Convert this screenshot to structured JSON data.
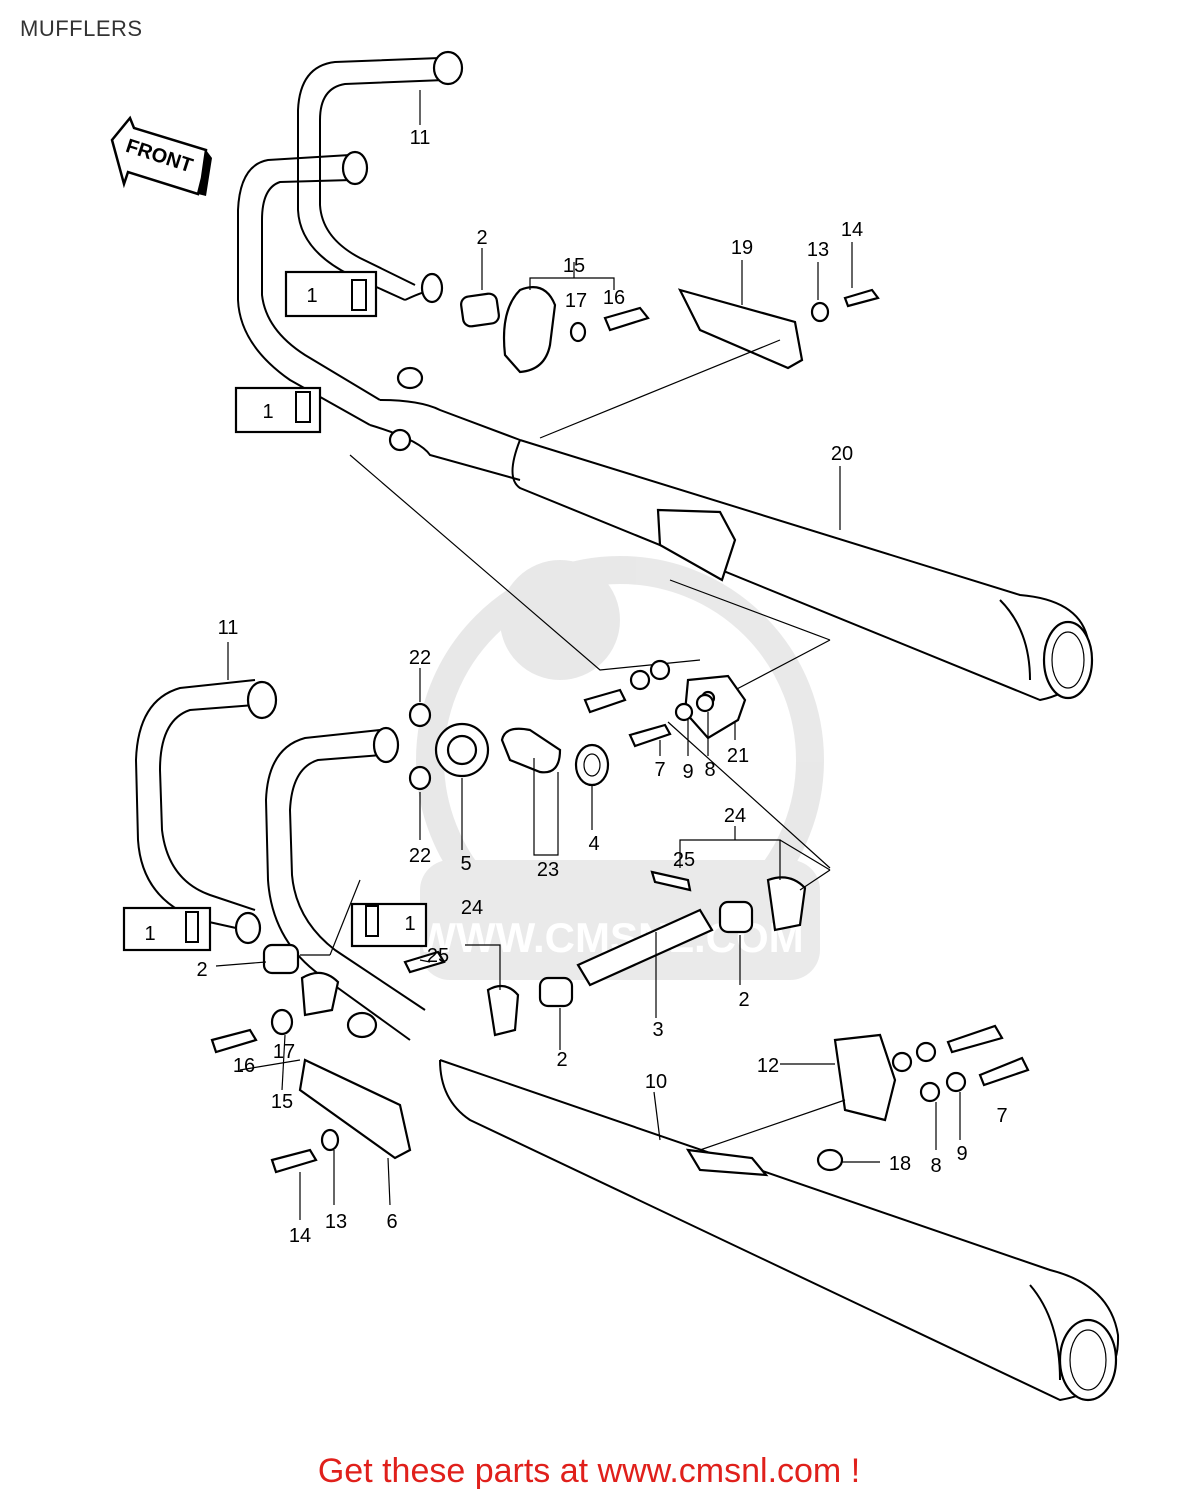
{
  "header": {
    "title": "MUFFLERS"
  },
  "diagram": {
    "front_arrow": "FRONT",
    "watermark": "WWW.CMSNL.COM",
    "labels": {
      "l11a": "11",
      "l2a": "2",
      "l15a": "15",
      "l17a": "17",
      "l16a": "16",
      "l19": "19",
      "l13a": "13",
      "l14a": "14",
      "l1a": "1",
      "l1b": "1",
      "l20": "20",
      "l11b": "11",
      "l22a": "22",
      "l22b": "22",
      "l5": "5",
      "l23": "23",
      "l4": "4",
      "l7a": "7",
      "l9a": "9",
      "l8a": "8",
      "l21": "21",
      "l24a": "24",
      "l25a": "25",
      "l1c": "1",
      "l1d": "1",
      "l24b": "24",
      "l25b": "25",
      "l2b": "2",
      "l2c": "2",
      "l2d": "2",
      "l3": "3",
      "l16b": "16",
      "l17b": "17",
      "l15b": "15",
      "l10": "10",
      "l12": "12",
      "l7b": "7",
      "l8b": "8",
      "l9b": "9",
      "l18": "18",
      "l14b": "14",
      "l13b": "13",
      "l6": "6"
    }
  },
  "footer": {
    "cta": "Get these parts at www.cmsnl.com !"
  }
}
